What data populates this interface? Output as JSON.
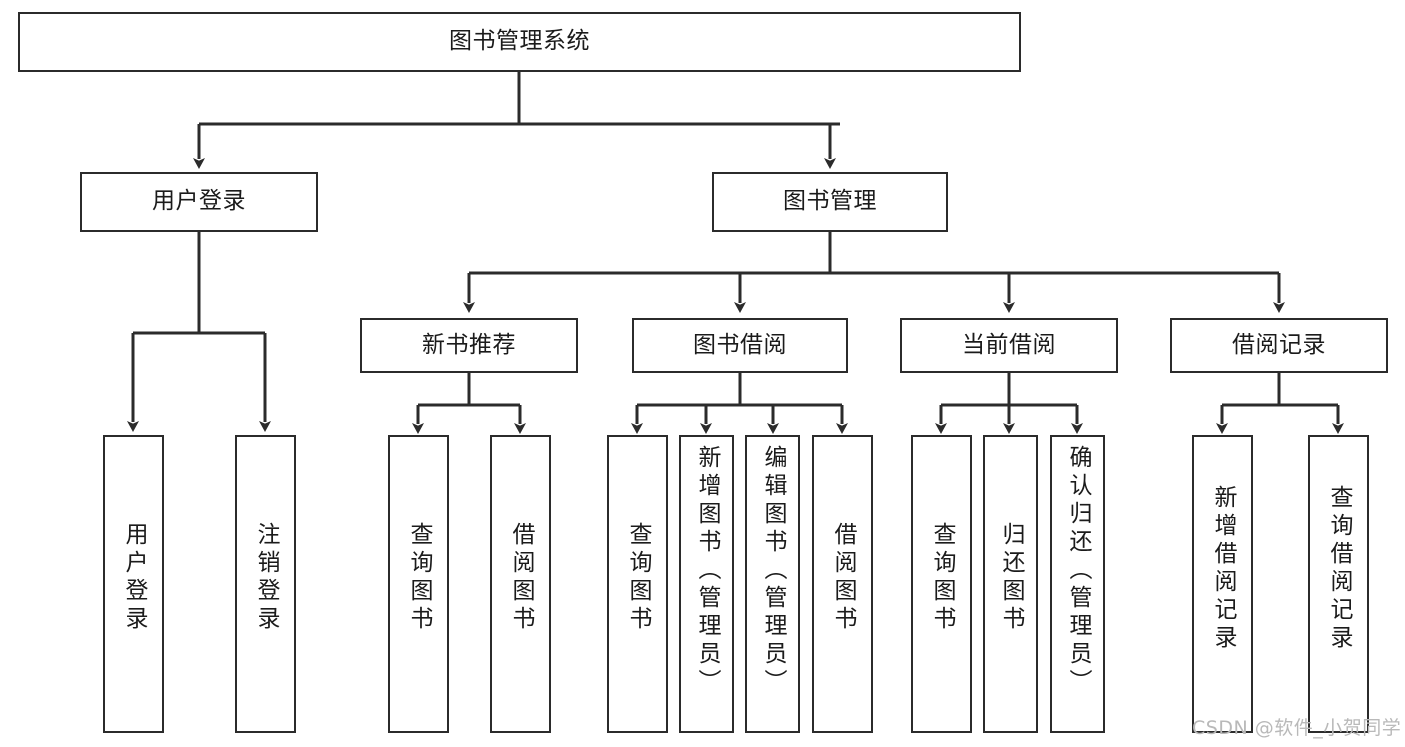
{
  "diagram": {
    "type": "hierarchy-tree",
    "title": "图书管理系统",
    "watermark": "CSDN @软件_小贺同学",
    "colors": {
      "stroke": "#2b2b2b",
      "fill": "#ffffff",
      "text": "#1b1b1b",
      "watermark": "#b9b9b9"
    },
    "nodes": {
      "root": {
        "label": "图书管理系统",
        "level": 1
      },
      "user_login": {
        "label": "用户登录",
        "level": 2
      },
      "book_manage": {
        "label": "图书管理",
        "level": 2
      },
      "new_book_rec": {
        "label": "新书推荐",
        "level": 3
      },
      "book_borrow": {
        "label": "图书借阅",
        "level": 3
      },
      "current_borrow": {
        "label": "当前借阅",
        "level": 3
      },
      "borrow_record": {
        "label": "借阅记录",
        "level": 3
      },
      "leaf_user_login": {
        "label": "用户登录",
        "level": 3,
        "orientation": "vertical"
      },
      "leaf_logout": {
        "label": "注销登录",
        "level": 3,
        "orientation": "vertical"
      },
      "leaf_query_book_1": {
        "label": "查询图书",
        "level": 4,
        "orientation": "vertical"
      },
      "leaf_borrow_book_1": {
        "label": "借阅图书",
        "level": 4,
        "orientation": "vertical"
      },
      "leaf_query_book_2": {
        "label": "查询图书",
        "level": 4,
        "orientation": "vertical"
      },
      "leaf_add_book": {
        "label": "新增图书（管理员）",
        "level": 4,
        "orientation": "vertical"
      },
      "leaf_edit_book": {
        "label": "编辑图书（管理员）",
        "level": 4,
        "orientation": "vertical"
      },
      "leaf_borrow_book_2": {
        "label": "借阅图书",
        "level": 4,
        "orientation": "vertical"
      },
      "leaf_query_book_3": {
        "label": "查询图书",
        "level": 4,
        "orientation": "vertical"
      },
      "leaf_return_book": {
        "label": "归还图书",
        "level": 4,
        "orientation": "vertical"
      },
      "leaf_confirm_return": {
        "label": "确认归还（管理员）",
        "level": 4,
        "orientation": "vertical"
      },
      "leaf_add_record": {
        "label": "新增借阅记录",
        "level": 4,
        "orientation": "vertical"
      },
      "leaf_query_record": {
        "label": "查询借阅记录",
        "level": 4,
        "orientation": "vertical"
      }
    },
    "edges": [
      {
        "from": "root",
        "to": "user_login"
      },
      {
        "from": "root",
        "to": "book_manage"
      },
      {
        "from": "user_login",
        "to": "leaf_user_login"
      },
      {
        "from": "user_login",
        "to": "leaf_logout"
      },
      {
        "from": "book_manage",
        "to": "new_book_rec"
      },
      {
        "from": "book_manage",
        "to": "book_borrow"
      },
      {
        "from": "book_manage",
        "to": "current_borrow"
      },
      {
        "from": "book_manage",
        "to": "borrow_record"
      },
      {
        "from": "new_book_rec",
        "to": "leaf_query_book_1"
      },
      {
        "from": "new_book_rec",
        "to": "leaf_borrow_book_1"
      },
      {
        "from": "book_borrow",
        "to": "leaf_query_book_2"
      },
      {
        "from": "book_borrow",
        "to": "leaf_add_book"
      },
      {
        "from": "book_borrow",
        "to": "leaf_edit_book"
      },
      {
        "from": "book_borrow",
        "to": "leaf_borrow_book_2"
      },
      {
        "from": "current_borrow",
        "to": "leaf_query_book_3"
      },
      {
        "from": "current_borrow",
        "to": "leaf_return_book"
      },
      {
        "from": "current_borrow",
        "to": "leaf_confirm_return"
      },
      {
        "from": "borrow_record",
        "to": "leaf_add_record"
      },
      {
        "from": "borrow_record",
        "to": "leaf_query_record"
      }
    ]
  }
}
